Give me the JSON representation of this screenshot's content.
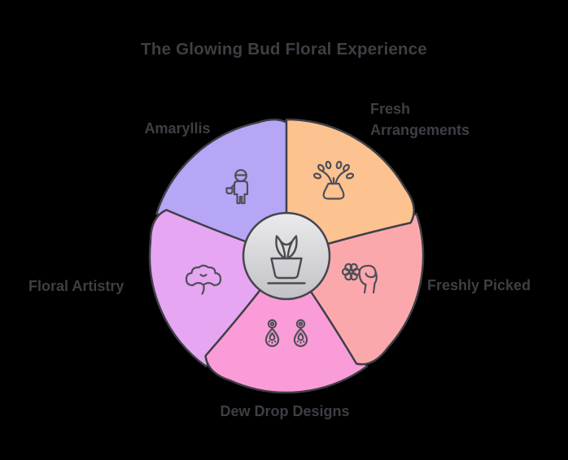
{
  "title": "The Glowing Bud Floral Experience",
  "background": "#000000",
  "outline_color": "#3f3f46",
  "icon_stroke": "#4f4f57",
  "text_color": "#3e3e45",
  "center": {
    "icon": "potted-tulip-icon",
    "fill_top": "#ebebed",
    "fill_bottom": "#c2c2c6",
    "border": "#46464e"
  },
  "segments": [
    {
      "position": "top-right",
      "label": "Fresh Arrangements",
      "line1": "Fresh",
      "line2": "Arrangements",
      "color": "#fcc28f",
      "icon": "sprouting-vase-icon"
    },
    {
      "position": "right",
      "label": "Freshly Picked",
      "color": "#fba8ac",
      "icon": "hand-picking-flower-icon"
    },
    {
      "position": "bottom",
      "label": "Dew Drop Designs",
      "color": "#fa9cd8",
      "icon": "teardrop-earrings-icon"
    },
    {
      "position": "left",
      "label": "Floral Artistry",
      "color": "#e6a6f2",
      "icon": "cotton-bloom-icon"
    },
    {
      "position": "top-left",
      "label": "Amaryllis",
      "color": "#b7a5f6",
      "icon": "florist-person-icon"
    }
  ]
}
